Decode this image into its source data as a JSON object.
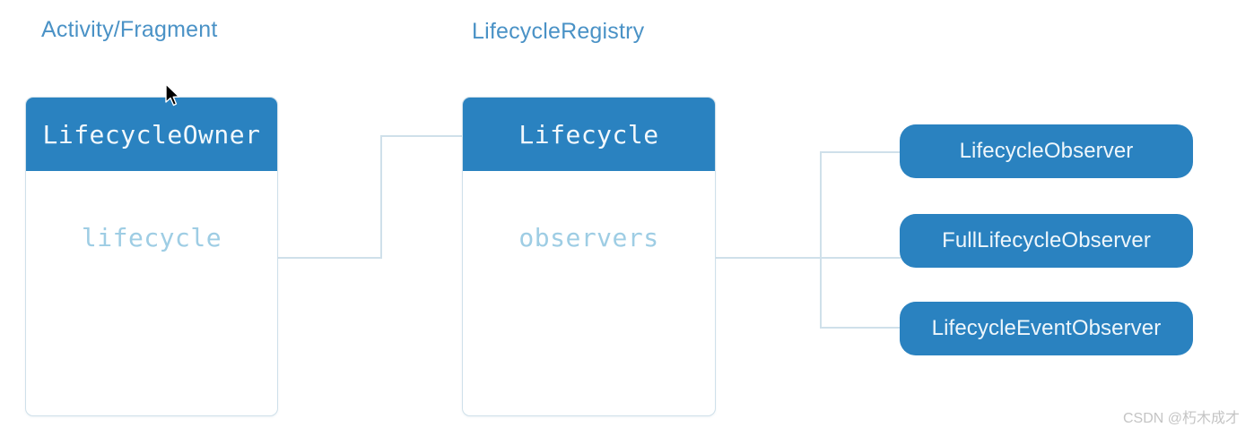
{
  "diagram": {
    "title_left": "Activity/Fragment",
    "title_right": "LifecycleRegistry",
    "accent_blue": "#2a82c0",
    "caption_blue": "#4a92c6",
    "field_text_blue": "#9ecde4",
    "line_blue": "#cfe0ea",
    "background": "#ffffff"
  },
  "boxes": [
    {
      "header": "LifecycleOwner",
      "field": "lifecycle"
    },
    {
      "header": "Lifecycle",
      "field": "observers"
    }
  ],
  "pills": [
    {
      "label": "LifecycleObserver"
    },
    {
      "label": "FullLifecycleObserver"
    },
    {
      "label": "LifecycleEventObserver"
    }
  ],
  "watermark": {
    "text": "CSDN @朽木成才"
  },
  "cursor": {
    "type": "arrow-pointer"
  }
}
